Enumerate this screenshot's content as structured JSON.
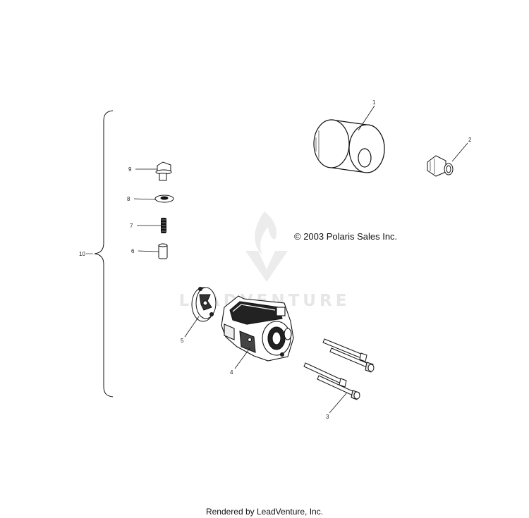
{
  "copyright": "© 2003 Polaris Sales Inc.",
  "watermark": "LEADVENTURE",
  "footer": "Rendered by LeadVenture, Inc.",
  "callouts": {
    "c1": "1",
    "c2": "2",
    "c3": "3",
    "c4": "4",
    "c5": "5",
    "c6": "6",
    "c7": "7",
    "c8": "8",
    "c9": "9",
    "c10": "10"
  },
  "colors": {
    "line": "#111111",
    "watermark": "#e6e6e6",
    "background": "#ffffff"
  }
}
